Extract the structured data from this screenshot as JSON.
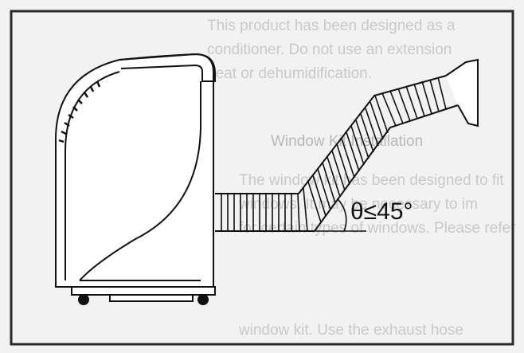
{
  "figure": {
    "angle_label": "θ≤45°",
    "max_angle_deg": 45
  },
  "bleed_through": {
    "line1": "This product has been designed as a",
    "line2": "conditioner. Do not use an extension",
    "line3": "heat or dehumidification.",
    "heading": "Window Kit Installation",
    "para1": "The window kit has been designed to fit",
    "para2": "windows. It may be necessary to im",
    "para3": "for certain types of windows. Please refer",
    "footer": "window kit. Use the exhaust hose"
  },
  "colors": {
    "frame": "#2a2a2a",
    "line": "#111111",
    "paper": "#f2f2f2",
    "bleed": "#c9c9c9"
  }
}
